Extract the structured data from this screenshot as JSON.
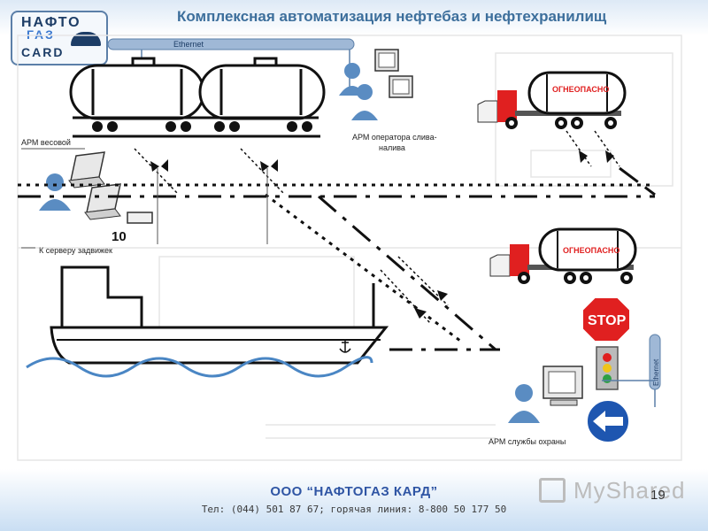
{
  "header": {
    "title": "Комплексная автоматизация нефтебаз и нефтехранилищ"
  },
  "logo": {
    "line1": "НАФТО",
    "line2": "ГАЗ",
    "line3": "CARD"
  },
  "diagram": {
    "ethernet_top": "Ethernet",
    "ethernet_right": "Ethernet",
    "arm_weigher": "АРМ весовой",
    "arm_operator_line1": "АРМ оператора слива-",
    "arm_operator_line2": "налива",
    "device_number": "10",
    "valve_server": "К серверу задвижек",
    "danger_label_1": "ОГНЕОПАСНО",
    "danger_label_2": "ОГНЕОПАСНО",
    "stop_sign": "STOP",
    "arm_security": "АРМ службы охраны"
  },
  "footer": {
    "company": "ООО “НАФТОГАЗ КАРД”",
    "contacts": "Тел: (044) 501 87 67; горячая линия: 8-800 50 177 50",
    "page_number": "19",
    "watermark": "MyShared"
  },
  "colors": {
    "title": "#3d6f9c",
    "company": "#2f55a4",
    "danger_red": "#e02020",
    "water": "#4a86c4",
    "person": "#5a8cc2",
    "sign_blue": "#1e56b0"
  }
}
